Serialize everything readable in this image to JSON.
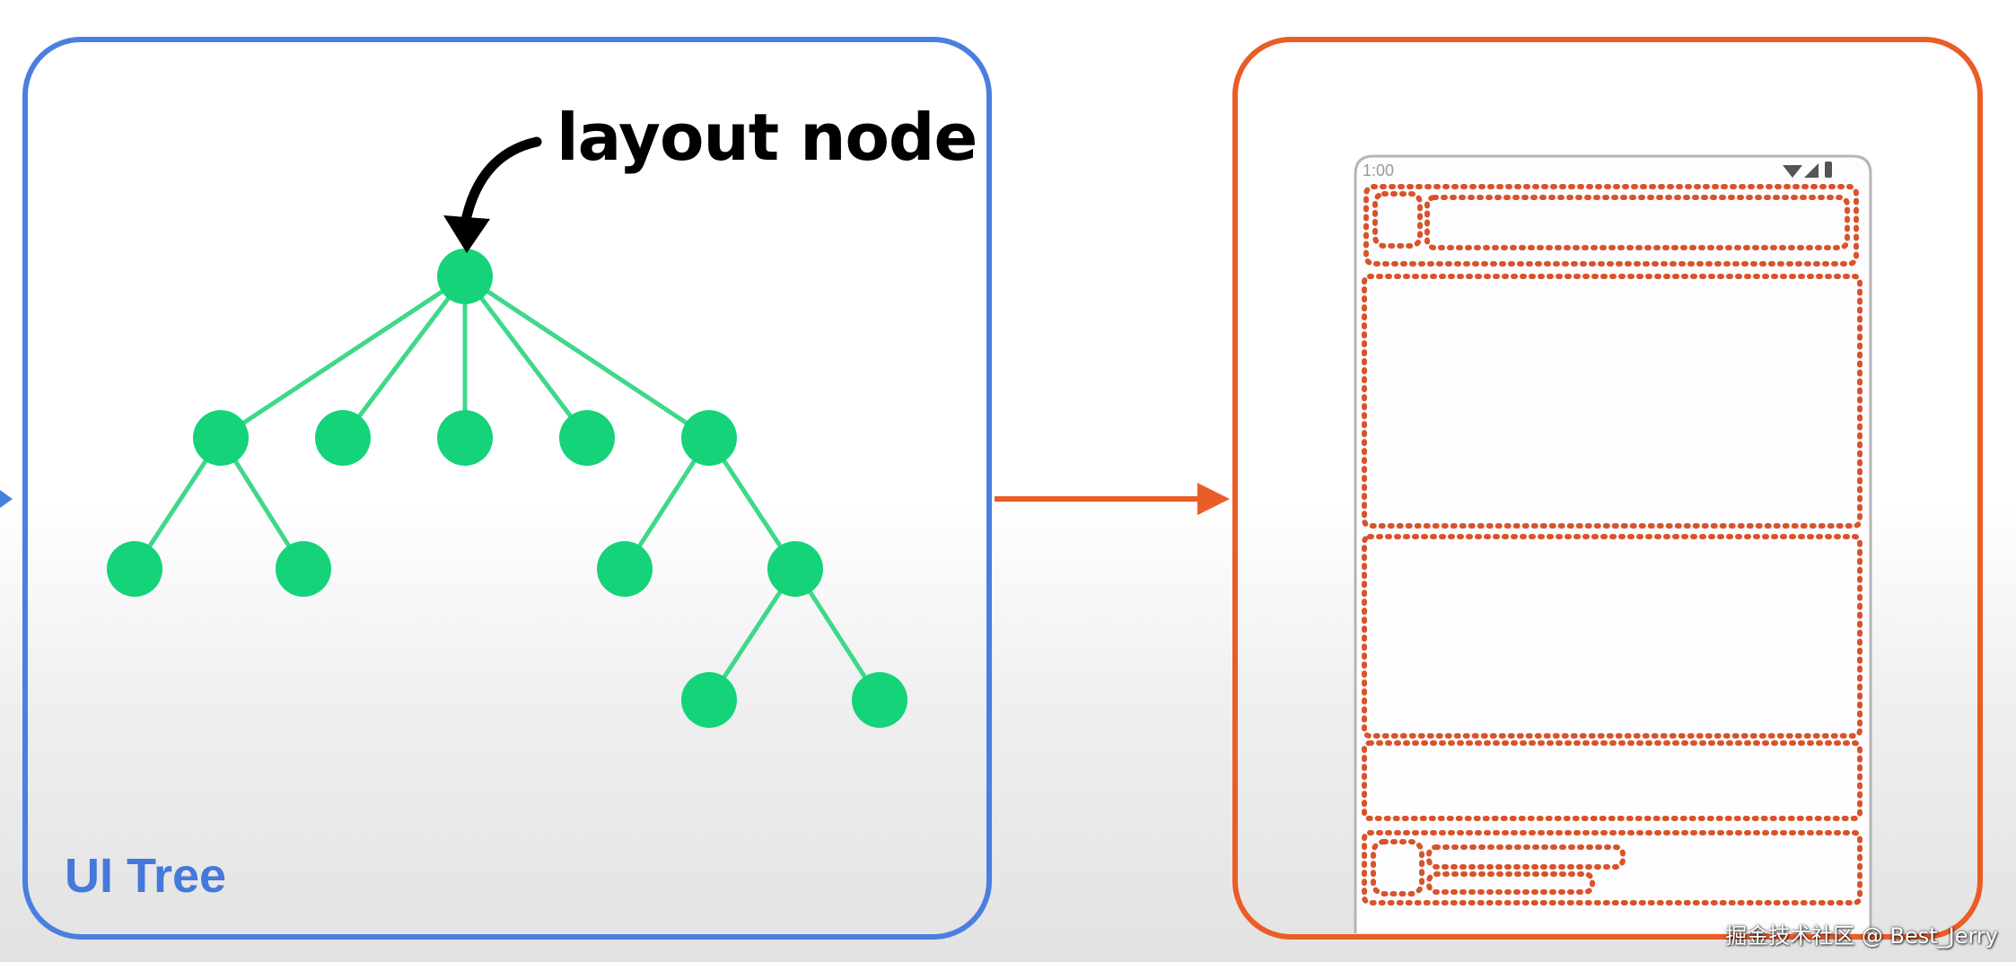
{
  "diagram": {
    "annotation": "layout node",
    "left_panel_label": "UI Tree",
    "phone_time": "1:00",
    "watermark": "掘金技术社区 @ Best_Jerry",
    "colors": {
      "left_panel_border": "#4a7fe0",
      "right_panel_border": "#ea5d26",
      "node_fill": "#14d379",
      "edge_stroke": "#3fd88a",
      "arrow": "#ea5d26",
      "dotted": "#d9532a",
      "phone_frame": "#b5b5b5"
    },
    "icons": [
      "curved-arrow-icon",
      "wifi-icon",
      "signal-icon",
      "battery-icon"
    ]
  }
}
